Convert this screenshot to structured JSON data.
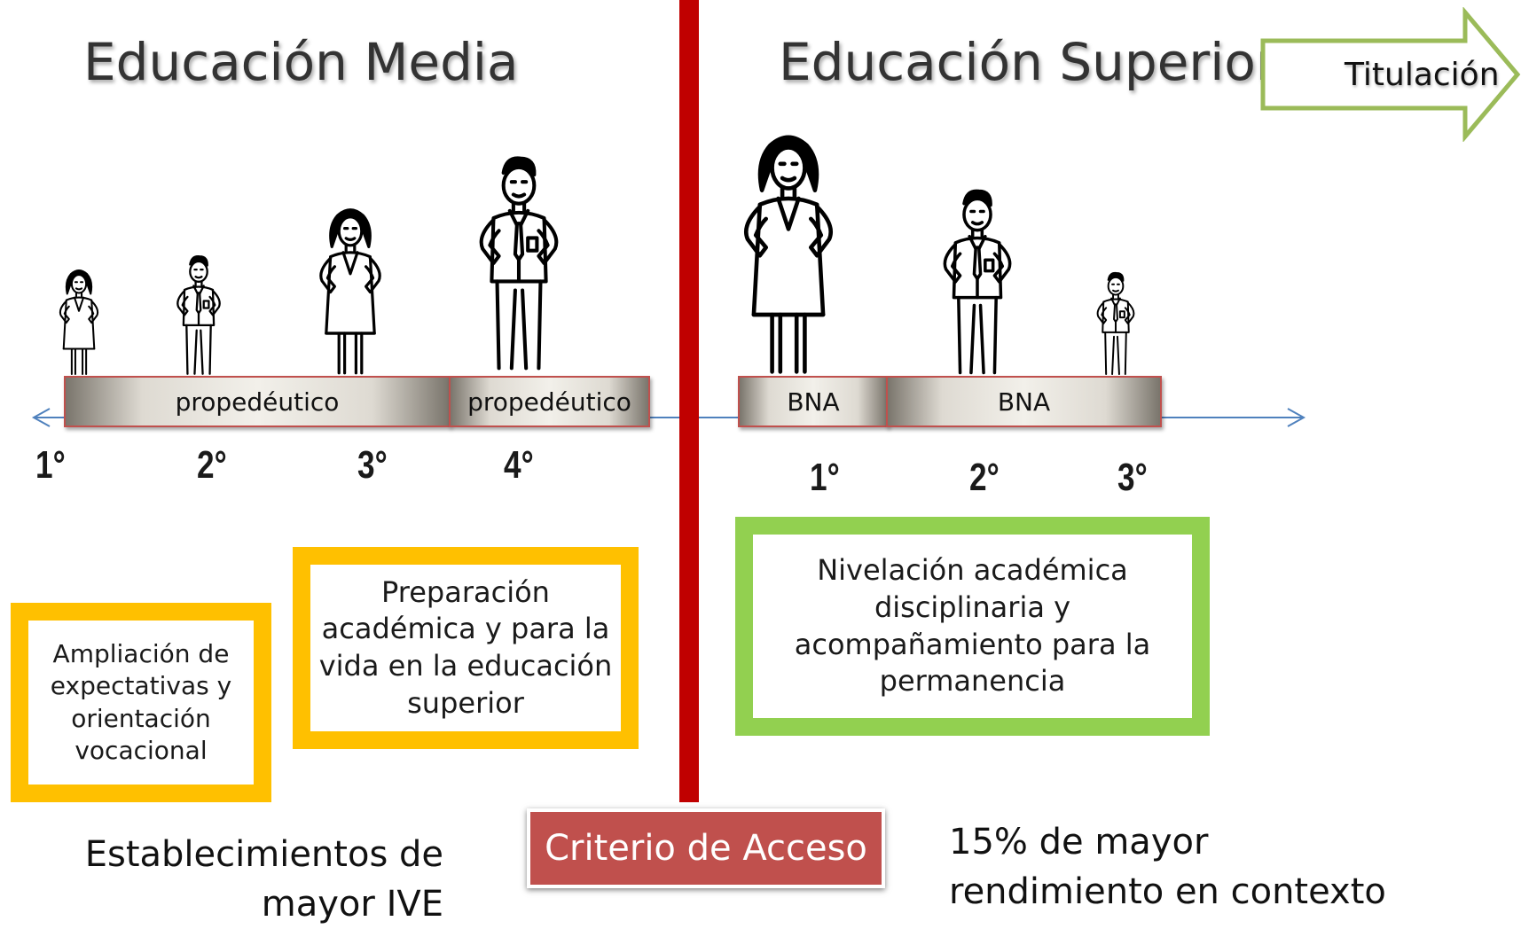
{
  "headings": {
    "media": "Educación Media",
    "superior": "Educación Superior"
  },
  "titulacion_label": "Titulación",
  "media_bars": [
    {
      "label": "propedéutico"
    },
    {
      "label": "propedéutico"
    }
  ],
  "superior_bars": [
    {
      "label": "BNA"
    },
    {
      "label": "BNA"
    }
  ],
  "media_grades": [
    "1°",
    "2°",
    "3°",
    "4°"
  ],
  "superior_grades": [
    "1°",
    "2°",
    "3°"
  ],
  "boxes": {
    "ampliacion": [
      "Ampliación de",
      "expectativas y",
      "orientación",
      "vocacional"
    ],
    "preparacion": [
      "Preparación",
      "académica y para la",
      "vida en la educación",
      "superior"
    ],
    "nivelacion": [
      "Nivelación académica",
      "disciplinaria y",
      "acompañamiento para la",
      "permanencia"
    ]
  },
  "criterio_label": "Criterio de Acceso",
  "bottom_left": [
    "Establecimientos de",
    "mayor IVE"
  ],
  "bottom_right": [
    "15% de mayor",
    "rendimiento en contexto"
  ],
  "colors": {
    "divider": "#c00000",
    "yellow_border": "#ffc000",
    "green_border": "#92d050",
    "arrow_outline": "#9bbb59",
    "axis": "#4f81bd",
    "bar_border": "#c0504d",
    "criterio_bg": "#c0504d"
  },
  "icons": [
    "woman-student-icon",
    "man-student-icon"
  ]
}
